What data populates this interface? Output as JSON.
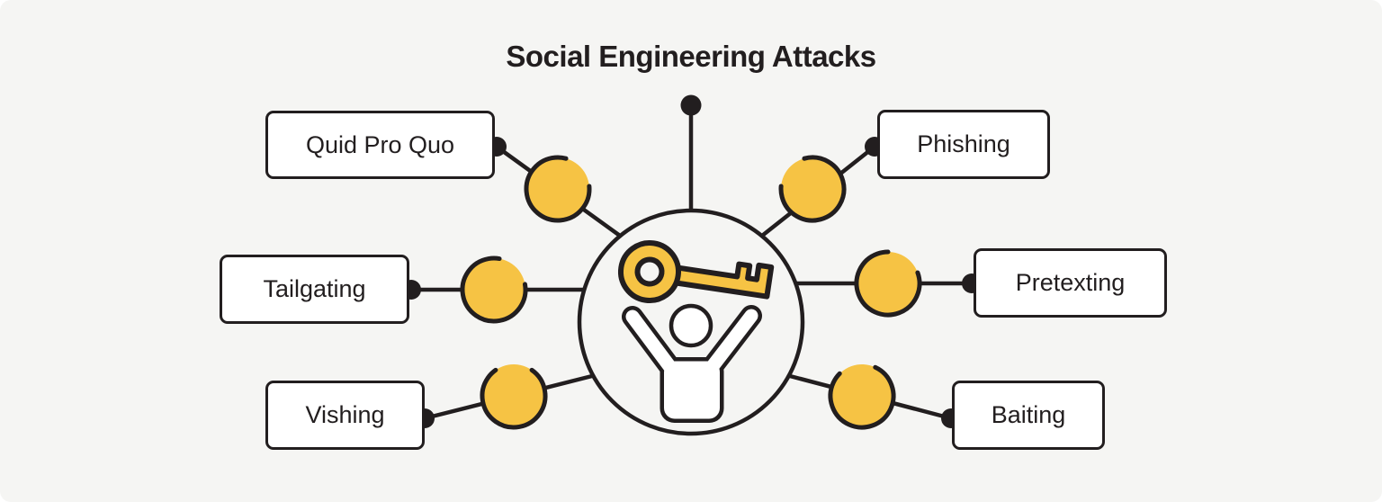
{
  "title": "Social Engineering Attacks",
  "center": {
    "icons": [
      "key-icon",
      "person-raising-arms-icon"
    ]
  },
  "nodes": [
    {
      "label": "Quid Pro Quo",
      "position": "top-left"
    },
    {
      "label": "Phishing",
      "position": "top-right"
    },
    {
      "label": "Tailgating",
      "position": "middle-left"
    },
    {
      "label": "Pretexting",
      "position": "middle-right"
    },
    {
      "label": "Vishing",
      "position": "bottom-left"
    },
    {
      "label": "Baiting",
      "position": "bottom-right"
    }
  ],
  "colors": {
    "background": "#F5F5F3",
    "ink": "#221E1F",
    "accent_yellow": "#F6C344",
    "node_fill": "#FFFFFF"
  }
}
